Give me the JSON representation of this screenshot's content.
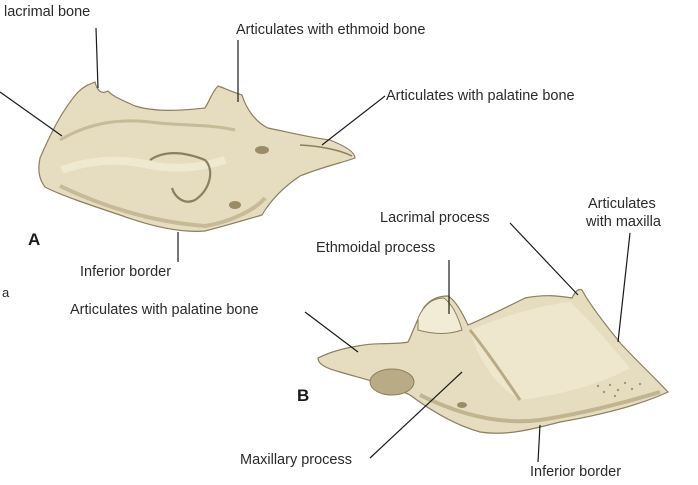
{
  "figure": {
    "panels": [
      {
        "letter": "A",
        "view": "lateral"
      },
      {
        "letter": "B",
        "view": "medial"
      }
    ],
    "labels_a": {
      "lacrimal": "lacrimal bone",
      "ethmoid": "Articulates with ethmoid bone",
      "palatine": "Articulates with palatine bone",
      "inferior": "Inferior border"
    },
    "stray_letter": "a",
    "labels_b": {
      "lacrimal_process": "Lacrimal process",
      "maxilla_line1": "Articulates",
      "maxilla_line2": "with maxilla",
      "ethmoidal_process": "Ethmoidal process",
      "palatine": "Articulates with palatine bone",
      "maxillary_process": "Maxillary process",
      "inferior": "Inferior border"
    },
    "colors": {
      "bone_fill": "#e6dcbf",
      "bone_light": "#f2ecd6",
      "bone_shadow": "#b8ab86",
      "bone_dark": "#8c7f5e",
      "leader_line": "#1a1a1a"
    }
  }
}
